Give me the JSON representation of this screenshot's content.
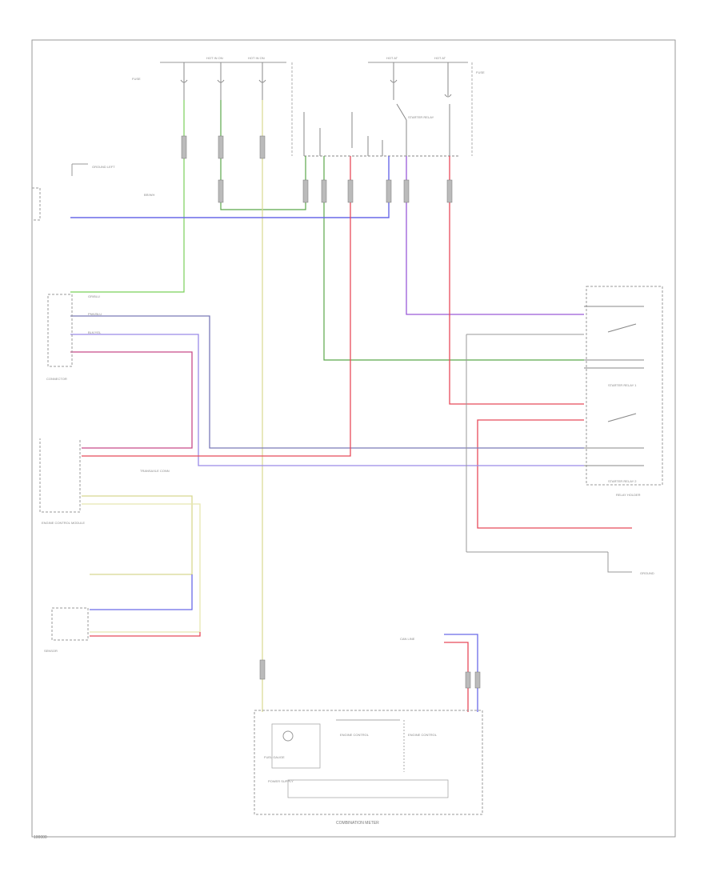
{
  "diagram": {
    "colors": {
      "green": "#7ad05a",
      "yellow": "#e8e8a0",
      "blue": "#6a6ae8",
      "purple": "#9a4aa8",
      "red": "#e84a5a",
      "gray": "#8a8a8a"
    },
    "labels": {
      "hot_1": "HOT IN ON",
      "hot_2": "HOT IN ON",
      "hot_3": "HOT AT",
      "hot_4": "HOT AT",
      "fuse_left": "FUSE",
      "fuse_right": "FUSE",
      "starter_relay": "STARTER RELAY",
      "ground_left": "GROUND LEFT",
      "wire_br": "BR/WH",
      "connector_left": "CONNECTOR",
      "wire_1": "GR/BLU",
      "wire_2": "PNK/BLU",
      "wire_3": "BLK/YEL",
      "connector_mid": "TRANSAXLE CONN",
      "ecm": "ENGINE CONTROL MODULE",
      "relay_1": "STARTER RELAY 1",
      "relay_2": "STARTER RELAY 2",
      "relay_holder": "RELAY HOLDER",
      "ground_right": "GROUND",
      "sensor": "SENSOR",
      "can_line": "CAN LINE",
      "combo_meter": "COMBINATION METER",
      "meter_left": "FUEL GAUGE",
      "meter_mid": "ENGINE CONTROL",
      "meter_right": "ENGINE CONTROL",
      "meter_bottom": "POWER SUPPLY",
      "footer_id": "100000"
    }
  }
}
